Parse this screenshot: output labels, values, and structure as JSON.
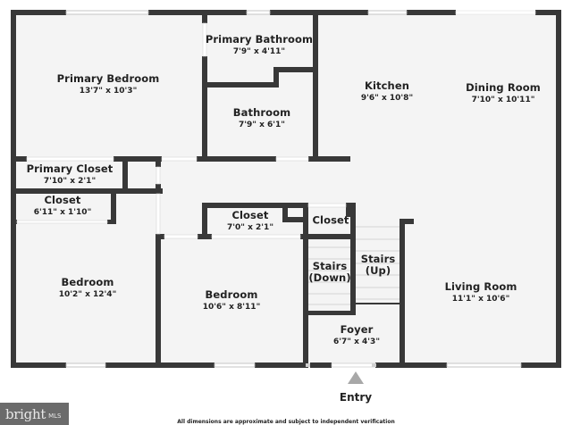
{
  "floorplan": {
    "colors": {
      "wall": "#383838",
      "floor": "#f4f4f4",
      "window": "#ffffff",
      "entry_arrow": "#a8a8a8",
      "text": "#222222"
    },
    "rooms": [
      {
        "id": "primary-bedroom",
        "name": "Primary Bedroom",
        "dimensions": "13'7\" x 10'3\""
      },
      {
        "id": "primary-bathroom",
        "name": "Primary Bathroom",
        "dimensions": "7'9\" x 4'11\""
      },
      {
        "id": "bathroom",
        "name": "Bathroom",
        "dimensions": "7'9\" x 6'1\""
      },
      {
        "id": "kitchen",
        "name": "Kitchen",
        "dimensions": "9'6\" x 10'8\""
      },
      {
        "id": "dining-room",
        "name": "Dining Room",
        "dimensions": "7'10\" x 10'11\""
      },
      {
        "id": "primary-closet",
        "name": "Primary Closet",
        "dimensions": "7'10\" x 2'1\""
      },
      {
        "id": "closet-1",
        "name": "Closet",
        "dimensions": "6'11\" x 1'10\""
      },
      {
        "id": "closet-2",
        "name": "Closet",
        "dimensions": "7'0\" x 2'1\""
      },
      {
        "id": "closet-3",
        "name": "Closet",
        "dimensions": ""
      },
      {
        "id": "stairs-down",
        "name": "Stairs\n(Down)",
        "dimensions": ""
      },
      {
        "id": "stairs-up",
        "name": "Stairs\n(Up)",
        "dimensions": ""
      },
      {
        "id": "bedroom-1",
        "name": "Bedroom",
        "dimensions": "10'2\" x 12'4\""
      },
      {
        "id": "bedroom-2",
        "name": "Bedroom",
        "dimensions": "10'6\" x 8'11\""
      },
      {
        "id": "living-room",
        "name": "Living Room",
        "dimensions": "11'1\" x 10'6\""
      },
      {
        "id": "foyer",
        "name": "Foyer",
        "dimensions": "6'7\" x 4'3\""
      }
    ],
    "stairs_down_line1": "Stairs",
    "stairs_down_line2": "(Down)",
    "stairs_up_line1": "Stairs",
    "stairs_up_line2": "(Up)",
    "entry_label": "Entry",
    "disclaimer": "All dimensions are approximate and subject to independent verification",
    "logo": {
      "main": "bright",
      "sub": "MLS"
    }
  }
}
